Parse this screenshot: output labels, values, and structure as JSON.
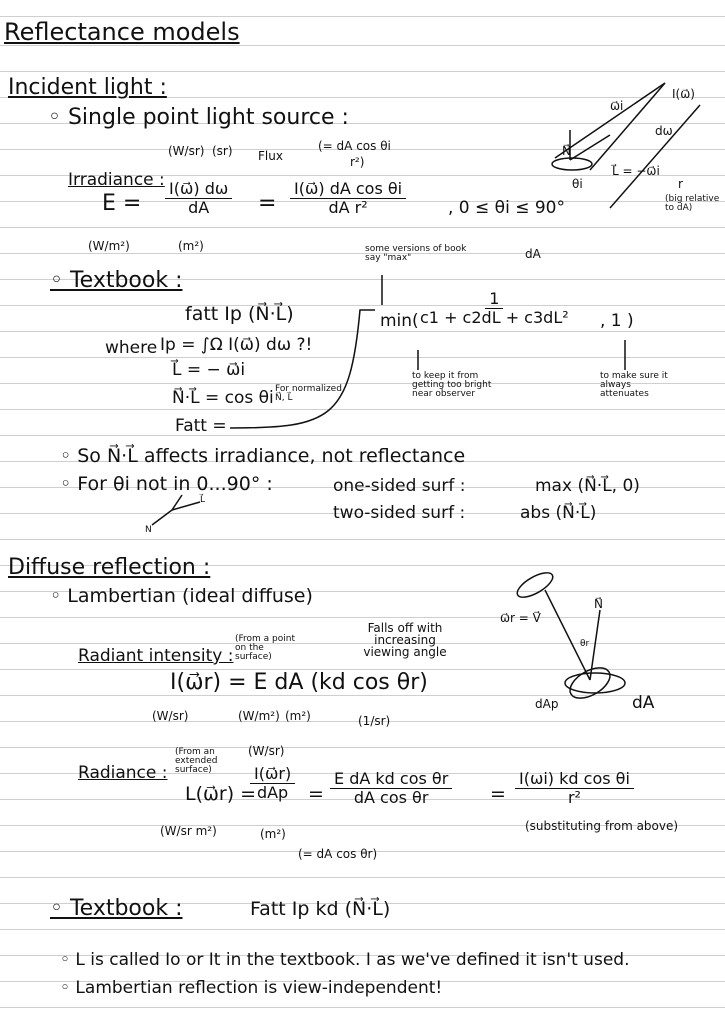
{
  "title": "Reflectance models",
  "incident": {
    "heading": "Incident light :",
    "point_source": "◦ Single point light source :",
    "units_w_sr": "(W/sr)",
    "units_sr": "(sr)",
    "flux": "Flux",
    "dw_note_num": "(= dA cos θi",
    "dw_note_den": "r²)",
    "irradiance_label": "Irradiance :",
    "E": "E =",
    "frac1_num": "I(ω⃗) dω",
    "frac1_den": "dA",
    "eq": "=",
    "frac2_num": "I(ω⃗) dA cos θi",
    "frac2_den": "dA r²",
    "range": ", 0 ≤ θi ≤ 90°",
    "units_w_m2": "(W/m²)",
    "units_m2": "(m²)",
    "diagram": {
      "omega_i": "ω⃗i",
      "I_omega": "I(ω⃗)",
      "dw": "dω",
      "N": "N⃗",
      "theta_i": "θi",
      "L": "L⃗ = −ω⃗i",
      "r": "r",
      "r_note": "(big relative to dA)",
      "dA": "dA"
    }
  },
  "textbook1": {
    "heading": "◦ Textbook :",
    "formula": "fatt Ip (N⃗·L⃗)",
    "where": "where",
    "Ip": "Ip = ∫Ω I(ω⃗) dω ?!",
    "L": "L⃗ = − ω⃗i",
    "NL": "N⃗·L⃗ = cos θi",
    "normalized": "For normalized N⃗, L⃗",
    "fatt": "Fatt =",
    "versions_note": "some versions of book say \"max\"",
    "min": "min(",
    "min_num": "1",
    "min_den": "c1 + c2dL + c3dL²",
    "min_tail": ", 1 )",
    "note_bright": "to keep it from getting too bright near observer",
    "note_attenuate": "to make sure it always attenuates"
  },
  "bullets1": [
    "◦ So N⃗·L⃗ affects irradiance, not reflectance",
    "◦ For θi not in 0...90° :",
    "one-sided surf :",
    "max (N⃗·L⃗, 0)",
    "two-sided surf :",
    "abs (N⃗·L⃗)"
  ],
  "small_axes": {
    "N": "N",
    "L": "L⃗"
  },
  "diffuse": {
    "heading": "Diffuse reflection :",
    "lambertian": "◦ Lambertian (ideal diffuse)",
    "radiant_label": "Radiant intensity :",
    "radiant_note": "(From a point on the surface)",
    "falls_off": "Falls off with increasing viewing angle",
    "radiant_eq": "I(ω⃗r) = E dA (kd cos θr)",
    "u_w_sr": "(W/sr)",
    "u_w_m2": "(W/m²)",
    "u_m2": "(m²)",
    "u_1_sr": "(1/sr)",
    "radiance_label": "Radiance :",
    "radiance_note": "(From an extended surface)",
    "L_lhs": "L(ω⃗r) =",
    "r_num": "I(ω⃗r)",
    "r_den": "dAp",
    "eq": "=",
    "r2_num": "E dA kd cos θr",
    "r2_den": "dA cos θr",
    "r3_num": "I(ωi) kd cos θi",
    "r3_den": "r²",
    "substituting": "(substituting from above)",
    "u_w_srm2": "(W/sr m²)",
    "u_top_w_sr": "(W/sr)",
    "u_m2b": "(m²)",
    "dAp_note": "(= dA cos θr)",
    "diagram": {
      "wr_v": "ω⃗r = V⃗",
      "N": "N⃗",
      "theta_r": "θr",
      "dAp": "dAp",
      "dA": "dA"
    }
  },
  "textbook2": {
    "heading": "◦ Textbook :",
    "formula": "Fatt Ip kd (N⃗·L⃗)"
  },
  "bullets2": [
    "◦ L is called Io or It in the textbook. I as we've defined it isn't used.",
    "◦ Lambertian reflection is view-independent!"
  ]
}
